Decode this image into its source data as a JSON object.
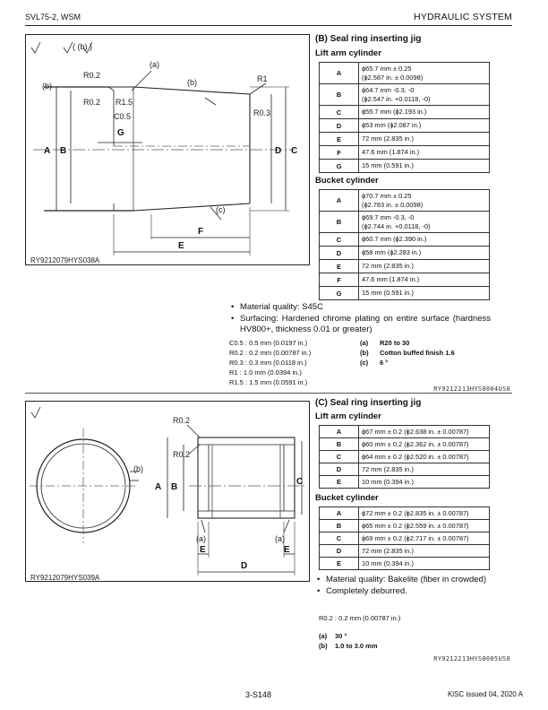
{
  "header": {
    "left": "SVL75-2, WSM",
    "right": "HYDRAULIC SYSTEM"
  },
  "sectionB": {
    "title": "(B) Seal ring inserting jig",
    "figure": {
      "caption": "RY9212079HYS038A",
      "labels": {
        "a": "(a)",
        "b": "(b)",
        "c": "(c)",
        "A": "A",
        "B": "B",
        "C": "C",
        "D": "D",
        "E": "E",
        "F": "F",
        "G": "G",
        "r02": "R0.2",
        "r15": "R1.5",
        "c05": "C0.5",
        "r1": "R1",
        "r03": "R0.3",
        "rough": "( (b) )"
      }
    },
    "lift": {
      "title": "Lift arm cylinder",
      "rows": [
        {
          "k": "A",
          "v1": "ϕ65.7 mm ± 0.25",
          "v2": "(ϕ2.587 in. ± 0.0098)"
        },
        {
          "k": "B",
          "v1": "ϕ64.7 mm -0.3, -0",
          "v2": "(ϕ2.547 in. +0.0118, -0)"
        },
        {
          "k": "C",
          "v1": "ϕ55.7 mm (ϕ2.193 in.)",
          "v2": ""
        },
        {
          "k": "D",
          "v1": "ϕ53 mm (ϕ2.087 in.)",
          "v2": ""
        },
        {
          "k": "E",
          "v1": "72 mm (2.835 in.)",
          "v2": ""
        },
        {
          "k": "F",
          "v1": "47.6 mm (1.874 in.)",
          "v2": ""
        },
        {
          "k": "G",
          "v1": "15 mm (0.591 in.)",
          "v2": ""
        }
      ]
    },
    "bucket": {
      "title": "Bucket cylinder",
      "rows": [
        {
          "k": "A",
          "v1": "ϕ70.7 mm ± 0.25",
          "v2": "(ϕ2.783 in. ± 0.0098)"
        },
        {
          "k": "B",
          "v1": "ϕ69.7 mm -0.3, -0",
          "v2": "(ϕ2.744 in. +0.0118, -0)"
        },
        {
          "k": "C",
          "v1": "ϕ60.7 mm (ϕ2.390 in.)",
          "v2": ""
        },
        {
          "k": "D",
          "v1": "ϕ58 mm (ϕ2.283 in.)",
          "v2": ""
        },
        {
          "k": "E",
          "v1": "72 mm (2.835 in.)",
          "v2": ""
        },
        {
          "k": "F",
          "v1": "47.6 mm (1.874 in.)",
          "v2": ""
        },
        {
          "k": "G",
          "v1": "15 mm (0.591 in.)",
          "v2": ""
        }
      ]
    },
    "bullets": [
      "Material quality: S45C",
      "Surfacing: Hardened chrome plating on entire surface (hardness HV800+, thickness 0.01 or greater)"
    ],
    "notes_left": [
      "C0.5 : 0.5 mm (0.0197 in.)",
      "R0.2 : 0.2 mm (0.00787 in.)",
      "R0.3 : 0.3 mm (0.0118 in.)",
      "R1 : 1.0 mm (0.0394 in.)",
      "R1.5 : 1.5 mm (0.0591 in.)"
    ],
    "notes_right": [
      {
        "k": "(a)",
        "v": "R20 to 30"
      },
      {
        "k": "(b)",
        "v": "Cotton buffed finish 1.6"
      },
      {
        "k": "(c)",
        "v": "6 °"
      }
    ],
    "ref": "RY9212213HYS0004US0"
  },
  "sectionC": {
    "title": "(C) Seal ring inserting jig",
    "figure": {
      "caption": "RY9212079HYS039A",
      "labels": {
        "a": "(a)",
        "b": "(b)",
        "A": "A",
        "B": "B",
        "C": "C",
        "D": "D",
        "E": "E",
        "r02": "R0.2"
      }
    },
    "lift": {
      "title": "Lift arm cylinder",
      "rows": [
        {
          "k": "A",
          "v1": "ϕ67 mm ± 0.2 (ϕ2.638 in. ± 0.00787)"
        },
        {
          "k": "B",
          "v1": "ϕ60 mm ± 0.2 (ϕ2.362 in. ± 0.00787)"
        },
        {
          "k": "C",
          "v1": "ϕ64 mm ± 0.2 (ϕ2.520 in. ± 0.00787)"
        },
        {
          "k": "D",
          "v1": "72 mm (2.835 in.)"
        },
        {
          "k": "E",
          "v1": "10 mm (0.394 in.)"
        }
      ]
    },
    "bucket": {
      "title": "Bucket cylinder",
      "rows": [
        {
          "k": "A",
          "v1": "ϕ72 mm ± 0.2 (ϕ2.835 in. ± 0.00787)"
        },
        {
          "k": "B",
          "v1": "ϕ65 mm ± 0.2 (ϕ2.559 in. ± 0.00787)"
        },
        {
          "k": "C",
          "v1": "ϕ69 mm ± 0.2 (ϕ2.717 in. ± 0.00787)"
        },
        {
          "k": "D",
          "v1": "72 mm (2.835 in.)"
        },
        {
          "k": "E",
          "v1": "10 mm (0.394 in.)"
        }
      ]
    },
    "bullets": [
      "Material quality: Bakelite (fiber in crowded)",
      "Completely deburred."
    ],
    "note": "R0.2 : 0.2 mm (0.00787 in.)",
    "notes_b": [
      {
        "k": "(a)",
        "v": "30 °"
      },
      {
        "k": "(b)",
        "v": "1.0 to 3.0 mm"
      }
    ],
    "ref": "RY9212213HYS0005US0"
  },
  "footer": {
    "page": "3-S148",
    "issued": "KiSC issued 04, 2020 A"
  }
}
